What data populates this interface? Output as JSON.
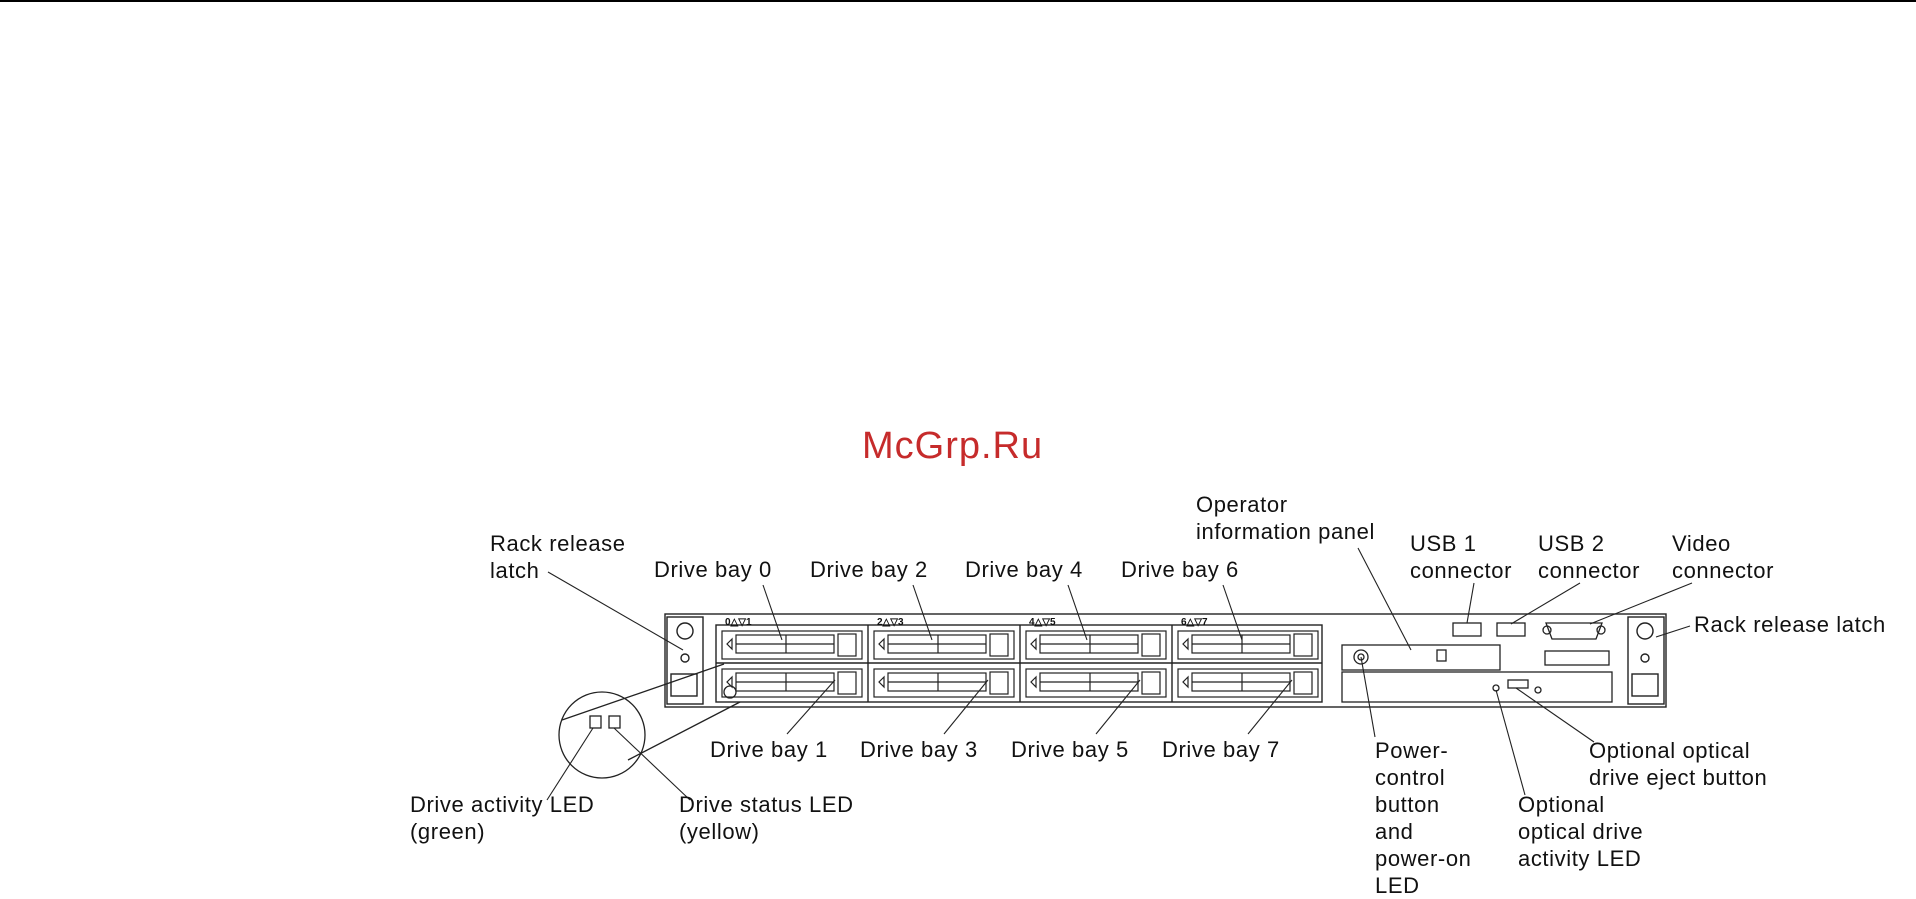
{
  "watermark": "McGrp.Ru",
  "labels": {
    "rack_release_latch_left": "Rack release\nlatch",
    "drive_bay_0": "Drive bay 0",
    "drive_bay_2": "Drive bay 2",
    "drive_bay_4": "Drive bay 4",
    "drive_bay_6": "Drive bay 6",
    "operator_panel": "Operator\ninformation panel",
    "usb1": "USB 1\nconnector",
    "usb2": "USB 2\nconnector",
    "video": "Video\nconnector",
    "rack_release_latch_right": "Rack release latch",
    "drive_bay_1": "Drive bay 1",
    "drive_bay_3": "Drive bay 3",
    "drive_bay_5": "Drive bay 5",
    "drive_bay_7": "Drive bay 7",
    "power_button": "Power-\ncontrol\nbutton\nand\npower-on\nLED",
    "optical_eject": "Optional optical\ndrive eject button",
    "optical_activity": "Optional\noptical drive\nactivity LED",
    "drive_activity_led": "Drive activity LED\n(green)",
    "drive_status_led": "Drive status LED\n(yellow)"
  },
  "bay_pair_marks": [
    "0△▽1",
    "2△▽3",
    "4△▽5",
    "6△▽7"
  ]
}
